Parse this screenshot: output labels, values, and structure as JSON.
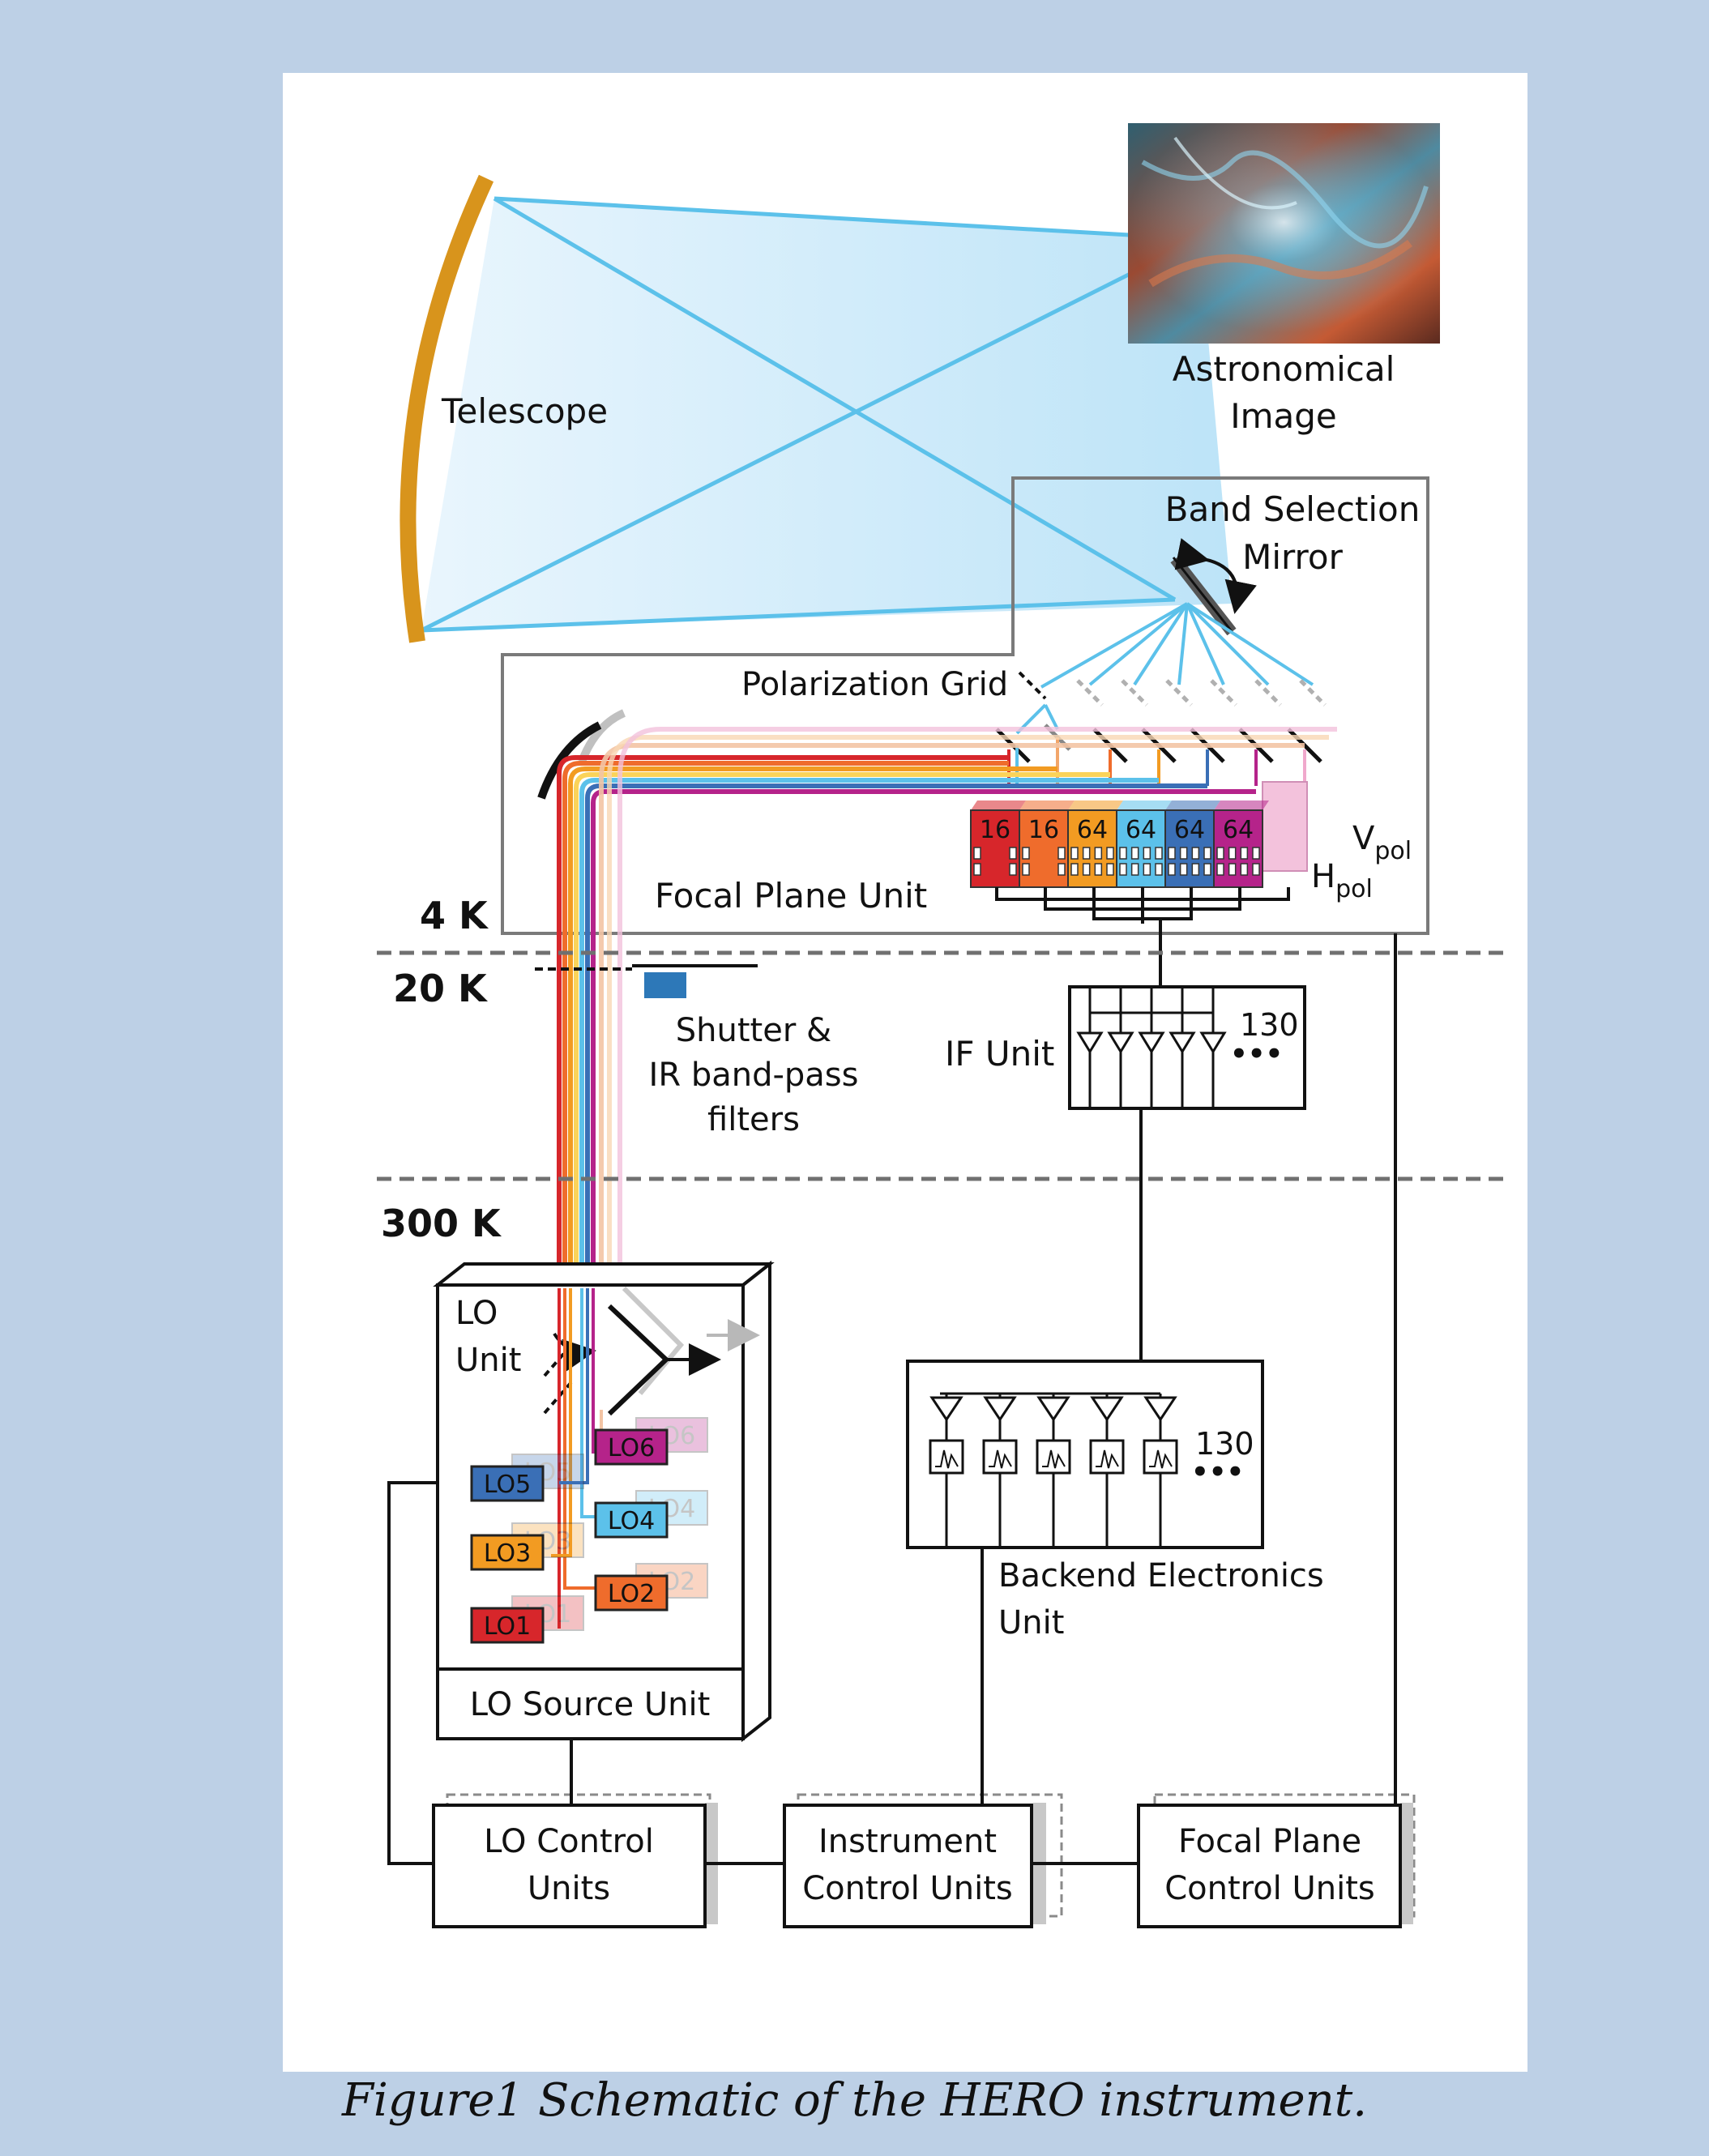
{
  "caption": "Figure1 Schematic of the HERO instrument.",
  "labels": {
    "telescope": "Telescope",
    "astro_line1": "Astronomical",
    "astro_line2": "Image",
    "band_sel_line1": "Band Selection",
    "band_sel_line2": "Mirror",
    "polarization_grid": "Polarization Grid",
    "focal_plane_unit": "Focal Plane Unit",
    "vpol_main": "V",
    "vpol_sub": "pol",
    "hpol_main": "H",
    "hpol_sub": "pol",
    "temp_4k": "4 K",
    "temp_20k": "20 K",
    "temp_300k": "300 K",
    "shutter_line1": "Shutter &",
    "shutter_line2": "IR band-pass",
    "shutter_line3": "filters",
    "if_unit": "IF Unit",
    "if_count": "130",
    "lo_unit_line1": "LO",
    "lo_unit_line2": "Unit",
    "lo_source_unit": "LO Source Unit",
    "backend_line1": "Backend Electronics",
    "backend_line2": "Unit",
    "backend_count": "130",
    "dots": "•••",
    "lo_ctrl_line1": "LO Control",
    "lo_ctrl_line2": "Units",
    "inst_ctrl_line1": "Instrument",
    "inst_ctrl_line2": "Control Units",
    "fp_ctrl_line1": "Focal Plane",
    "fp_ctrl_line2": "Control Units"
  },
  "detectors": [
    {
      "count": "16",
      "color": "#d7262b"
    },
    {
      "count": "16",
      "color": "#ef6c2c"
    },
    {
      "count": "64",
      "color": "#f29b22"
    },
    {
      "count": "64",
      "color": "#5cc1ea"
    },
    {
      "count": "64",
      "color": "#3a6fb6"
    },
    {
      "count": "64",
      "color": "#b5238a"
    }
  ],
  "lo_sources": [
    {
      "label": "LO1",
      "color": "#d7262b"
    },
    {
      "label": "LO2",
      "color": "#ef6c2c"
    },
    {
      "label": "LO3",
      "color": "#f29b22"
    },
    {
      "label": "LO4",
      "color": "#5cc1ea"
    },
    {
      "label": "LO5",
      "color": "#3a6fb6"
    },
    {
      "label": "LO6",
      "color": "#b5238a"
    }
  ],
  "faded_lo_labels": [
    "LO1",
    "LO2",
    "LO3",
    "LO4",
    "LO5",
    "LO6"
  ],
  "beam_colors": [
    "#d7262b",
    "#ef6c2c",
    "#f29b22",
    "#5cc1ea",
    "#3a6fb6",
    "#b5238a"
  ],
  "colors": {
    "background": "#bdd0e6",
    "beam": "#5cc1ea",
    "telescope": "#d8941c",
    "frame_line": "#7a7a7a"
  }
}
